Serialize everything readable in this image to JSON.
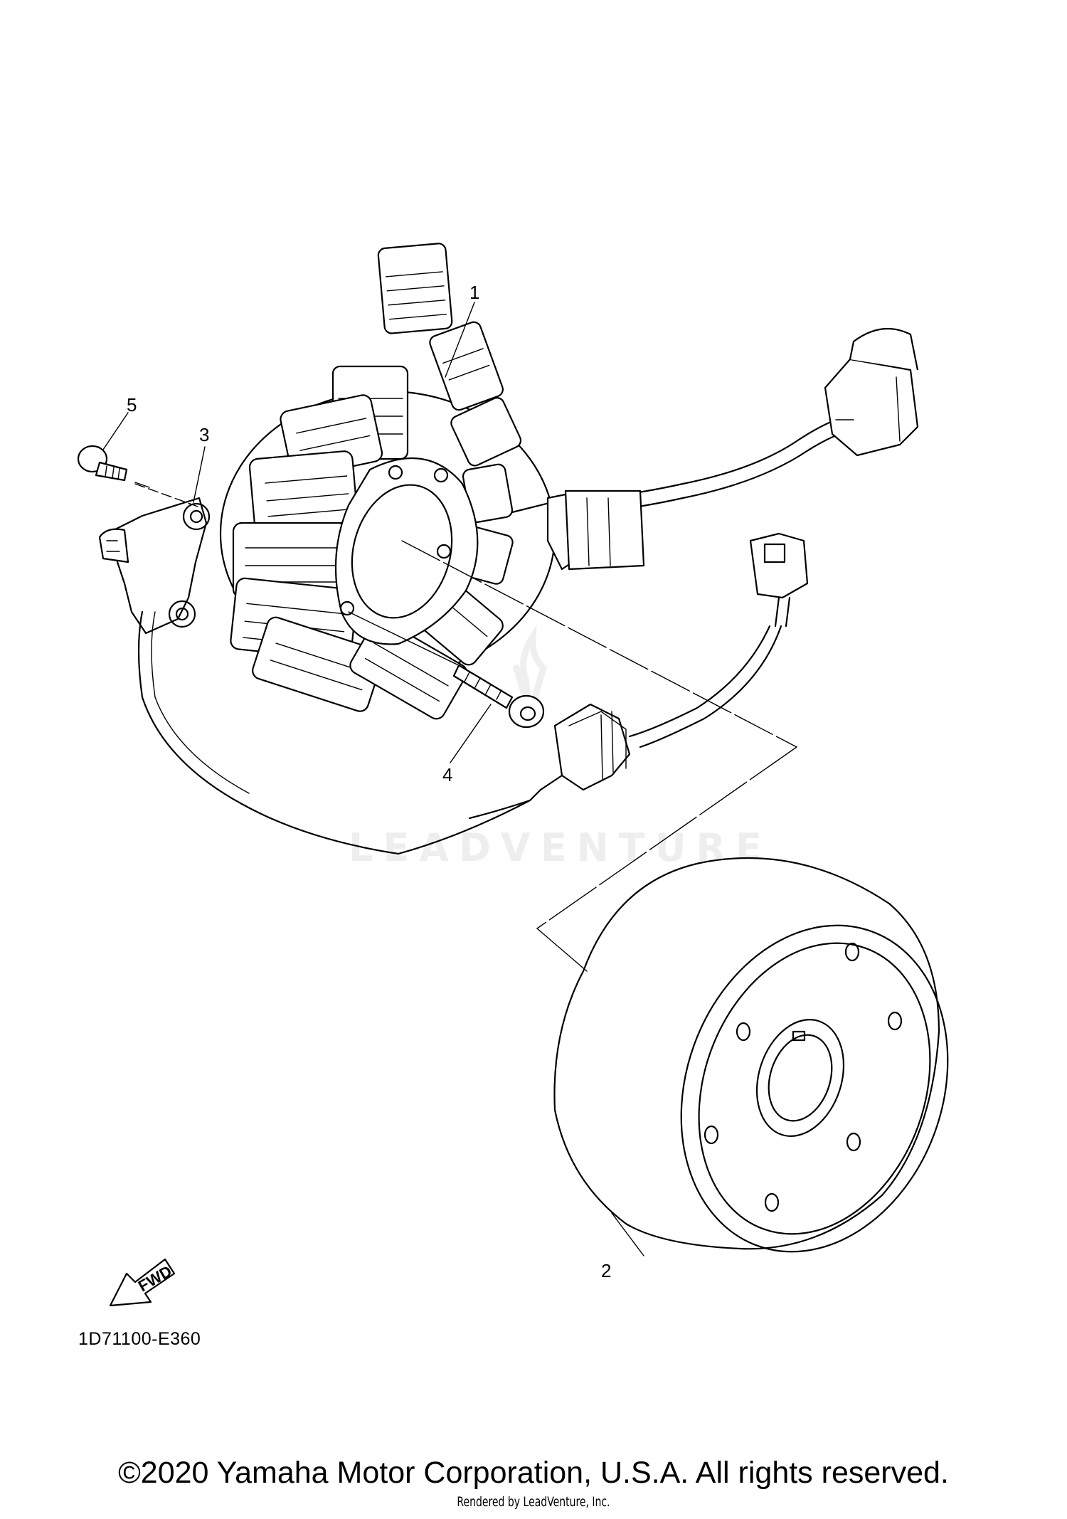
{
  "callouts": [
    {
      "number": "1",
      "part": "stator-assembly"
    },
    {
      "number": "2",
      "part": "rotor-assembly"
    },
    {
      "number": "3",
      "part": "pickup-coil"
    },
    {
      "number": "4",
      "part": "bolt"
    },
    {
      "number": "5",
      "part": "screw"
    }
  ],
  "fwd_label": "FWD",
  "diagram_code": "1D71100-E360",
  "watermark_text": "LEADVENTURE",
  "copyright": "©2020 Yamaha Motor Corporation, U.S.A. All rights reserved.",
  "rendered_by": "Rendered by LeadVenture, Inc."
}
